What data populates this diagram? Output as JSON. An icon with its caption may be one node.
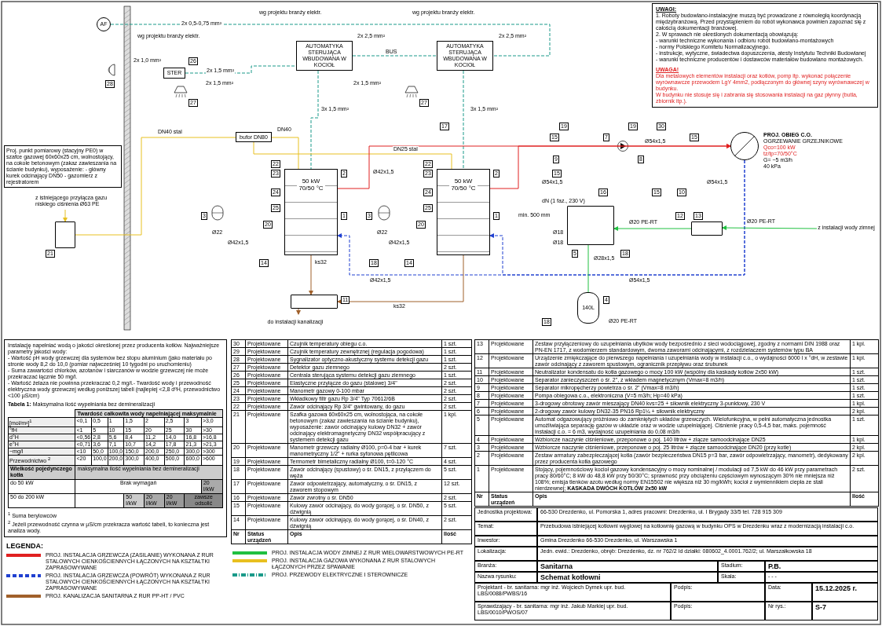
{
  "diagram": {
    "nodes": [
      {
        "text": [
          "AUTOMATYKA STERUJĄCA WBUDOWANA W KOCIOŁ"
        ]
      },
      {
        "text": [
          "AUTOMATYKA STERUJĄCA WBUDOWANA W KOCIOŁ"
        ]
      },
      {
        "text": [
          "STER"
        ]
      },
      {
        "text": [
          "50 kW 70/50 °C"
        ]
      },
      {
        "text": [
          "50 kW 70/50 °C"
        ]
      },
      {
        "text": [
          "bufor DN80"
        ]
      },
      {
        "text": [],
        "shape": "box"
      },
      {
        "text": [],
        "shape": "circle",
        "beside": [
          "PROJ. OBIEG C.O.",
          "OGRZEWANIE GRZEJNIKOWE",
          "Qco=100 kW",
          "tz/tp=70/50°C",
          "G= ~5 m3/h",
          "40 kPa"
        ]
      },
      {
        "text": [
          "AF"
        ]
      },
      {
        "text": [],
        "shape": "box"
      },
      {
        "text": [],
        "shape": "box"
      },
      {
        "text": [],
        "shape": "box"
      },
      {
        "text": [
          "140L"
        ]
      },
      {
        "text": [
          "z instalacji wody zimnej"
        ]
      },
      {
        "text": [
          "z istniejącego przyłącza gazu niskiego ciśnienia Ø63 PE"
        ]
      },
      {
        "text": [
          "Proj. punkt pomiarowy (stacyjny PE0) w szafce gazowej 60x60x25 cm, wolnostojący, na cokole betonowym (zakaz zawieszania na ścianie budynku), wyposażenie: - główny kurek odcinający DN50 - gazomierz z rejestratorem"
        ]
      },
      {
        "text": [
          "do instalacji kanalizacji"
        ]
      }
    ],
    "edges": [
      {
        "from": 0,
        "to": 1,
        "arrow": "none",
        "label": "BUS",
        "style": "dashed",
        "color": "#1a9a8a"
      },
      {
        "from": 2,
        "to": 0,
        "arrow": "none",
        "label": "2x 1,5 mm²",
        "style": "dashed",
        "color": "#1a9a8a"
      },
      {
        "from": 0,
        "to": 3,
        "arrow": "none",
        "label": "3x 1,5 mm²",
        "style": "dashed",
        "color": "#1a9a8a"
      },
      {
        "from": 1,
        "to": 4,
        "arrow": "none",
        "label": "3x 1,5 mm²",
        "style": "dashed",
        "color": "#1a9a8a"
      },
      {
        "from": 8,
        "to": 1,
        "arrow": "none",
        "label": "2x 0,5-0,75 mm²",
        "style": "dashed",
        "color": "#1a9a8a"
      },
      {
        "from": 6,
        "to": 5,
        "arrow": "none",
        "label": "DN40 stal",
        "color": "#e8c020"
      },
      {
        "from": 5,
        "to": 3,
        "arrow": "none",
        "label": "DN40",
        "color": "#e8c020"
      },
      {
        "from": 5,
        "to": 4,
        "arrow": "none",
        "label": "DN25 stal",
        "color": "#e8c020"
      },
      {
        "from": 3,
        "to": 7,
        "arrow": "to",
        "label": "Ø42x1,5",
        "color": "#e02020"
      },
      {
        "from": 4,
        "to": 7,
        "arrow": "to",
        "label": "Ø54x1,5",
        "color": "#e02020"
      },
      {
        "from": 7,
        "to": 3,
        "arrow": "to",
        "label": "Ø42x1,5",
        "style": "dashed",
        "color": "#2040d0"
      },
      {
        "from": 7,
        "to": 4,
        "arrow": "to",
        "label": "Ø54x1,5",
        "style": "dashed",
        "color": "#2040d0"
      },
      {
        "from": 3,
        "to": 9,
        "arrow": "to",
        "label": "ks32",
        "color": "#a0602a"
      },
      {
        "from": 4,
        "to": 9,
        "arrow": "to",
        "label": "ks32",
        "color": "#a0602a"
      },
      {
        "from": 13,
        "to": 11,
        "arrow": "to",
        "label": "Ø20 PE-RT",
        "color": "#20c040"
      },
      {
        "from": 11,
        "to": 10,
        "arrow": "to",
        "label": "Ø20 PE-RT",
        "color": "#20c040"
      },
      {
        "from": 10,
        "to": 12,
        "arrow": "none",
        "label": "Ø28x1,5",
        "color": "#20c040"
      },
      {
        "from": 14,
        "to": 6,
        "arrow": "to",
        "color": "#e8c020"
      },
      {
        "from": 9,
        "to": 16,
        "arrow": "to",
        "color": "#a0602a"
      }
    ],
    "labels": [
      "wg projektu branży elektr.",
      "wg projektu branży elektr.",
      "wg projektu branży elektr.",
      "2x 2,5 mm²",
      "2x 2,5 mm²",
      "2x 1,0 mm²",
      "26",
      "28",
      "2x 1,5 mm²",
      "2x 1,5 mm²",
      "27",
      "27",
      "17",
      "19",
      "19",
      "30",
      "15",
      "7",
      "15",
      "9",
      "8",
      "22",
      "22",
      "23",
      "2",
      "23",
      "2",
      "15",
      "Ø54x1,5",
      "Ø54x1,5",
      "24",
      "24",
      "16",
      "15",
      "10",
      "dN (1 faz., 230 V)",
      "25",
      "25",
      "3",
      "1",
      "3",
      "1",
      "min. 500 mm",
      "12",
      "13",
      "20",
      "20",
      "Ø22",
      "Ø22",
      "Ø18",
      "Ø42x1,5",
      "Ø42x1,5",
      "Ø18",
      "21",
      "5",
      "18",
      "14",
      "18",
      "14",
      "11",
      "4",
      "18",
      "Ø20 PE-RT",
      "UWAGI:",
      "1. Roboty budowlano-instalacyjne muszą być prowadzone z równoległą koordynacją międzybranżową. Przed przystąpieniem do robót wykonawca powinien zapoznać się z całością dokumentacji branżowej.",
      "2. W sprawach nie określonych dokumentacją obowiązują:",
      "- warunki techniczne wykonania i odbioru robót budowlano-montażowych",
      "- normy Polskiego Komitetu Normalizacyjnego.",
      "- instrukcje, wytyczne, świadectwa dopuszczenia, atesty Instytutu Techniki Budowlanej",
      "- warunki techniczne producentów i dostawców materiałów budowlano montażowych.",
      "UWAGA!",
      "Dla metalowych elementów instalacji oraz kotłów, pomp itp. wykonać połączenie wyrównawcze przewodem LgY 4mm2, podłączonym do głównej szyny wyrównawczej w budynku.",
      "W budynku nie stosuje się i zabrania się stosowania instalacji na gaz płynny (butla, zbiornik itp.).",
      "Instalację napełniać wodą o jakości określonej przez producenta kotłów. Najważniejsze parametry jakości wody:",
      "- Wartość pH wody grzewczej dla systemów bez stopu aluminium (jako materiału po stronie wody 8,2 do 10,0 (pomiar najwcześniej 10 tygodni po uruchomieniu)",
      "- Suma zawartości chlorków, azotanów i siarczanów w wodzie grzewczej nie może przekraczać łącznie 50 mg/l.",
      "- Wartość żelaza nie powinna przekraczać 0,2 mg/l.- Twardość wody i przewodność elektryczna wody grzewczej według poniższej tabeli (najlepiej <2,8 dºH, przewodnictwo <100 µS/cm)",
      "**Tabela 1:** Maksymalna ilość wypełniania bez demineralizacji",
      "Twardość całkowita wody napełniającej maksymalnie",
      "[mol/m³]$^{1}$",
      "<0,1",
      "0,5",
      "1",
      "1,5",
      "2",
      "2,5",
      "3",
      ">3,0",
      "°fH",
      "<1",
      "5",
      "10",
      "15",
      "20",
      "25",
      "30",
      ">30",
      "d°H",
      "<0,56",
      "2,8",
      "5,6",
      "8,4",
      "11,2",
      "14,0",
      "16,8",
      ">16,8",
      "e°H",
      "<0,71",
      "3,6",
      "7,1",
      "10,7",
      "14,2",
      "17,8",
      "21,3",
      ">21,3",
      "~mg/l",
      "<10",
      "50,0",
      "100,0",
      "150,0",
      "200,0",
      "250,0",
      "300,0",
      ">300",
      "Przewodnictwo $^{2}$",
      "<20",
      "100,0",
      "200,0",
      "300,0",
      "400,0",
      "500,0",
      "600,0",
      ">600",
      "Wielkość pojedynczego kotła",
      "maksymalna ilość wypełniania bez demineralizacji",
      "do 50 kW",
      "Brak wymagań",
      "20 l/kW",
      "50 do 200 kW",
      "50 l/kW",
      "20 l/kW",
      "20 l/kW",
      "zawsze odsolić",
      "$^{1}$ Suma berylowców",
      "$^{2}$ Jeżeli przewodność czynna w µS/cm przekracza wartość tabeli, to konieczna jest analiza wody.",
      "LEGENDA:",
      "30",
      "Projektowane",
      "Czujnik temperatury obiegu c.o.",
      "1 szt.",
      "29",
      "Projektowane",
      "Czujnik temperatury zewnętrznej (regulacja pogodowa)",
      "1 szt.",
      "28",
      "Projektowane",
      "Sygnalizator optyczno-akustyczny systemu detekcji gazu",
      "1 szt.",
      "27",
      "Projektowane",
      "Detektor gazu ziemnego",
      "2 szt.",
      "26",
      "Projektowane",
      "Centrala sterująca systemu detekcji gazu ziemnego",
      "1 szt.",
      "25",
      "Projektowane",
      "Elastyczne przyłącze do gazu (stalowe) 3/4\"",
      "2 szt.",
      "24",
      "Projektowane",
      "Manometr gazowy 0-100 mbar",
      "2 szt.",
      "23",
      "Projektowane",
      "Wkładkowy filtr gazu Rp 3/4\" Typ 70612/6B",
      "2 szt.",
      "22",
      "Projektowane",
      "Zawór odcinający Rp 3/4\" gwintowany, do gazu",
      "2 szt.",
      "21",
      "Projektowane",
      "Szafka gazowa 60x60x25 cm, wolnostojąca, na cokole betonowym (zakaz zawieszania na ścianie budynku), wyposażenie: zawór odcinający kulowy DN32 + zawór odcinający elektromagnetyczny DN32 współpracujący z systemem detekcji gazu",
      "1 kpl.",
      "20",
      "Projektowane",
      "Manometr grzewczy radialny Ø100, p=0-4 bar + kurek manometryczny 1/2\" + rurka syfonowa pętlicowa",
      "7 szt.",
      "19",
      "Projektowane",
      "Termometr bimetaliczny radialny Ø100, t=0-120 °C",
      "4 szt.",
      "18",
      "Projektowane",
      "Zawór odcinający (spustowy) o śr. DN15, z przyłączem do węża",
      "5 szt.",
      "17",
      "Projektowane",
      "Zawór odpowietrzający, automatyczny, o śr. DN15, z zaworem stopowym",
      "12 szt.",
      "16",
      "Projektowane",
      "Zawór zwrotny o śr. DN50",
      "2 szt.",
      "15",
      "Projektowane",
      "Kulowy zawór odcinający, do wody gorącej, o śr. DN50, z dźwignią",
      "5 szt.",
      "14",
      "Projektowane",
      "Kulowy zawór odcinający, do wody gorącej, o śr. DN40, z dźwignią",
      "2 szt.",
      "Nr",
      "Status urządzeń",
      "Opis",
      "Ilość",
      "13",
      "Projektowane",
      "Zestaw przyłączeniowy do uzupełniania ubytków wody bezpośrednio z sieci wodociągowej, zgodny z normami DIN 1988 oraz PN-EN 1717, z wodomierzem standardowym, dwoma zaworami odcinającymi, z rozdzielaczem systemów typu BA",
      "1 kpl.",
      "12",
      "Projektowane",
      "Urządzenie zmiękczające do pierwszego napełniania i uzupełniania wody w instalacji c.o., o wydajności 6000 l x °dH, w zestawie zawór odcinający z zaworem spustowym, ogranicznik przepływu oraz śrubunek",
      "1 kpl.",
      "11",
      "Projektowane",
      "Neutralizator kondensatu do kotła gazowego o mocy 100 kW (wspólny dla kaskady kotłów 2x50 kW)",
      "1 szt.",
      "10",
      "Projektowane",
      "Separator zanieczyszczeń o śr. 2\", z wkładem magnetycznym (Vmax=8 m3/h)",
      "1 szt.",
      "9",
      "Projektowane",
      "Separator mikropęcherzy powietrza o śr. 2\" (Vmax=8 m3/h)",
      "1 szt.",
      "8",
      "Projektowane",
      "Pompa obiegowa c.o., elektroniczna (V=5 m3/h; Hp=40 kPa)",
      "1 szt.",
      "7",
      "Projektowane",
      "3-drogowy obrotowy zawór mieszający DN40 kvs=25 + siłownik elektryczny 3-punktowy, 230 V",
      "1 kpl.",
      "6",
      "Projektowane",
      "2-drogowy zawór kulowy DN32-35 PN16 Rp1¼ + siłownik elektryczny",
      "2 kpl.",
      "5",
      "Projektowane",
      "Automat odgazowujący próżniowo do zamkniętych układów grzewczych. Wielofunkcyjna, w pełni automatyczna jednostka umożliwiająca separację gazów w układzie oraz w wodzie uzupełniającej. Ciśnienie pracy 0,5-4,5 bar, maks. pojemność instalacji c.o. = 6 m3, wydajność uzupełniania do 0,08 m3/h",
      "1 szt.",
      "4",
      "Projektowane",
      "Wzbiorcze naczynie ciśnieniowe, przeponowe o poj. 140 litrów + złącze samoodcinające DN25",
      "1 kpl.",
      "3",
      "Projektowane",
      "Wzbiorcze naczynie ciśnieniowe, przeponowe o poj. 25 litrów + złącze samoodcinające DN20 (przy kotle)",
      "2 kpl.",
      "2",
      "Projektowane",
      "Zestaw armatury zabezpieczającej kotła (zawór bezpieczeństwa DN15 p=3 bar, zawór odpowietrzający, manometr), dedykowany przez producenta kotła gazowego",
      "2 kpl.",
      "1",
      "Projektowane",
      "Stojący, pojemnościowy kocioł gazowy kondensacyjny o mocy nominalnej / modulacji od 7,5 kW do 46 kW przy parametrach pracy 80/60°C; 8 kW do 48,8 kW przy 50/30°C; sprawność przy obciążeniu częściowym wynoszącym 30% nie mniejsza niż 108%; emisja tlenków azotu według normy EN15502 nie większa niż 30 mg/kWh; kocioł z wymiennikiem ciepła ze stali nierdzewnej; **KASKADA DWÓCH KOTŁÓW 2x50 kW**",
      "2 szt.",
      "Nr",
      "Status urządzeń",
      "Opis",
      "Ilość",
      "Jednostka projektowa:",
      "66-530 Drezdenko, ul. Pomorska 1, adres pracowni: Drezdenko, ul. I Brygady 33/5 tel. 728 915 309",
      "Temat:",
      "Przebudowa istniejącej kotłowni węglowej na kotłownię gazową w budynku OPS w Drezdenku wraz z modernizacją instalacji c.o.",
      "Inwestor:",
      "Gmina Drezdenko 66-530 Drezdenko, ul. Warszawska 1",
      "Lokalizacja:",
      "Jedn. ewid.: Drezdenko, obręb: Drezdenko, dz. nr 762/2 Id działki: 080602_4.0001.762/2; ul. Marszałkowska 18",
      "Branża:",
      "Sanitarna",
      "Stadium:",
      "P.B.",
      "Nazwa rysunku:",
      "Schemat kotłowni",
      "Skala:",
      "- - -",
      "Projektant - br. sanitarna: mgr inż. Wojciech Dymek upr. bud. LBS/0088/PWBS/16",
      "Podpis:",
      "Data:",
      "15.12.2025 r.",
      "Sprawdzający - br. sanitarna: mgr inż. Jakub Markiej upr. bud. LBS/0010/PWOS/07",
      "Podpis:",
      "Nr rys.:",
      "S-7"
    ],
    "legend": [
      {
        "text": "PROJ. INSTALACJA GRZEWCZA (ZASILANIE) WYKONANA Z RUR STALOWYCH CIENKOŚCIENNYCH ŁĄCZONYCH NA KSZTAŁTKI ZAPRASOWYWANE",
        "color": "#e02020"
      },
      {
        "text": "PROJ. INSTALACJA GRZEWCZA (POWRÓT) WYKONANA Z RUR STALOWYCH CIENKOŚCIENNYCH ŁĄCZONYCH NA KSZTAŁTKI ZAPRASOWYWANE",
        "color": "#2040d0"
      },
      {
        "text": "PROJ. KANALIZACJA SANITARNA Z RUR PP-HT / PVC",
        "color": "#a0602a"
      },
      {
        "text": "PROJ. INSTALACJA WODY ZIMNEJ Z RUR WIELOWARSTWOWYCH PE-RT",
        "color": "#20c040"
      },
      {
        "text": "PROJ. INSTALACJA GAZOWA WYKONANA Z RUR STALOWYCH ŁĄCZONYCH PRZEZ SPAWANIE",
        "color": "#e8c020"
      },
      {
        "text": "PROJ. PRZEWODY ELEKTRYCZNE I STEROWNICZE",
        "color": "#1a9a8a"
      }
    ]
  }
}
